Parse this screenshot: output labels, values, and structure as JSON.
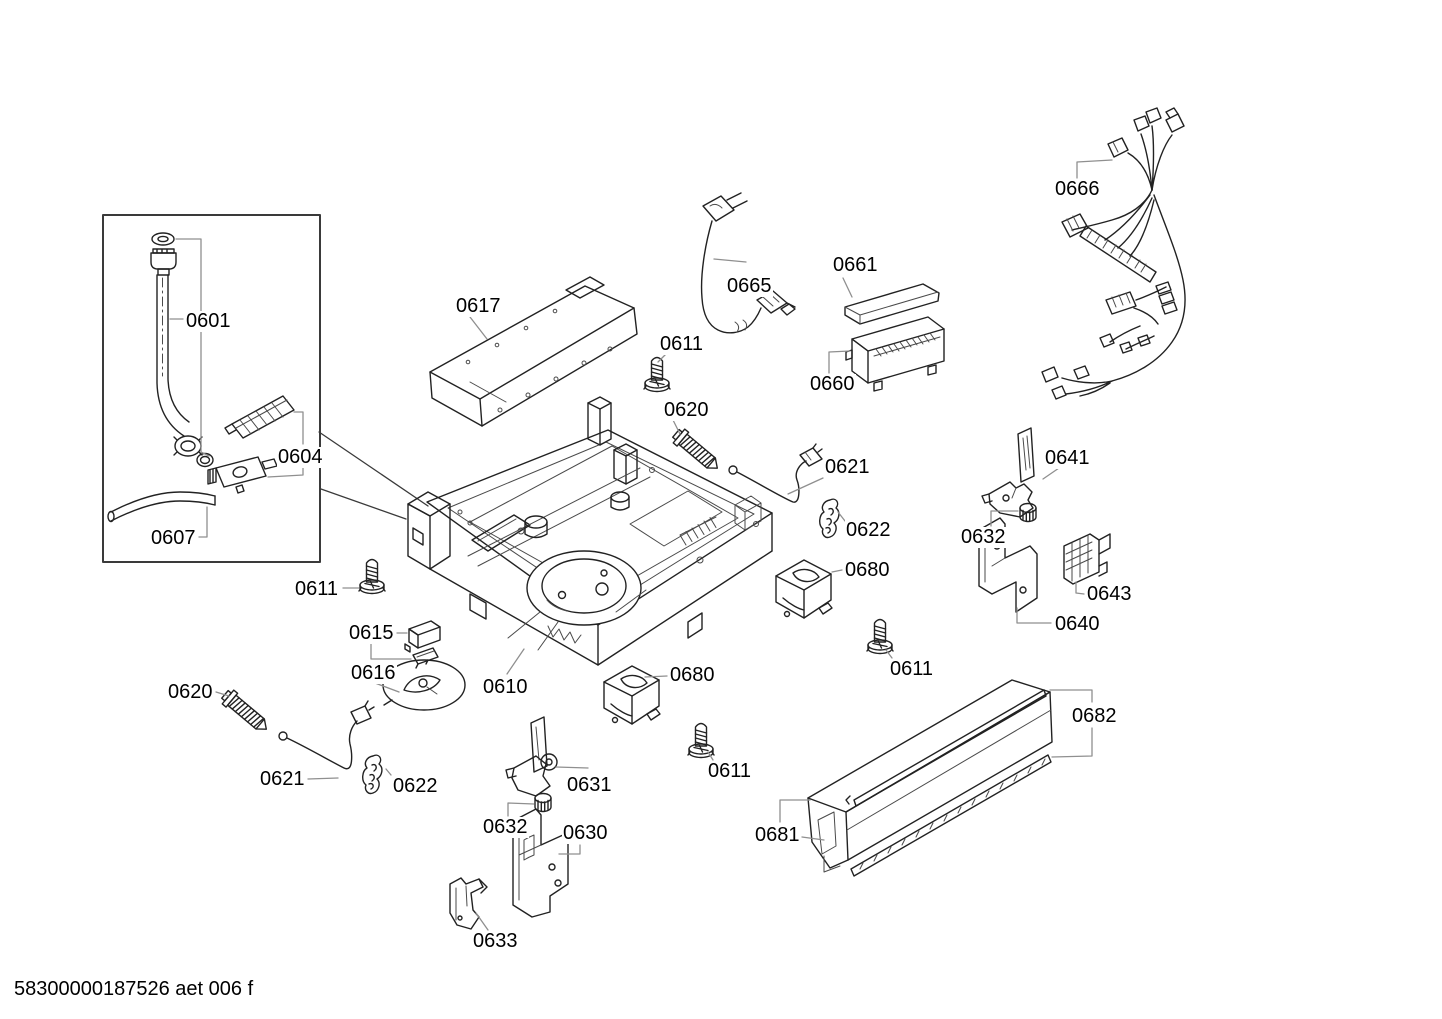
{
  "document": {
    "drawing_code": "58300000187526 aet 006 f"
  },
  "colors": {
    "line": "#222222",
    "leader": "#8f8f8f",
    "text": "#000000",
    "background": "#ffffff"
  },
  "diagram": {
    "labels": [
      {
        "text": "0601"
      },
      {
        "text": "0604"
      },
      {
        "text": "0607"
      },
      {
        "text": "0617"
      },
      {
        "text": "0611"
      },
      {
        "text": "0665"
      },
      {
        "text": "0661"
      },
      {
        "text": "0660"
      },
      {
        "text": "0666"
      },
      {
        "text": "0620"
      },
      {
        "text": "0621"
      },
      {
        "text": "0622"
      },
      {
        "text": "0632"
      },
      {
        "text": "0641"
      },
      {
        "text": "0643"
      },
      {
        "text": "0640"
      },
      {
        "text": "0680"
      },
      {
        "text": "0611"
      },
      {
        "text": "0610"
      },
      {
        "text": "0615"
      },
      {
        "text": "0616"
      },
      {
        "text": "0611"
      },
      {
        "text": "0620"
      },
      {
        "text": "0621"
      },
      {
        "text": "0622"
      },
      {
        "text": "0631"
      },
      {
        "text": "0632"
      },
      {
        "text": "0630"
      },
      {
        "text": "0633"
      },
      {
        "text": "0680"
      },
      {
        "text": "0611"
      },
      {
        "text": "0682"
      },
      {
        "text": "0681"
      }
    ]
  }
}
